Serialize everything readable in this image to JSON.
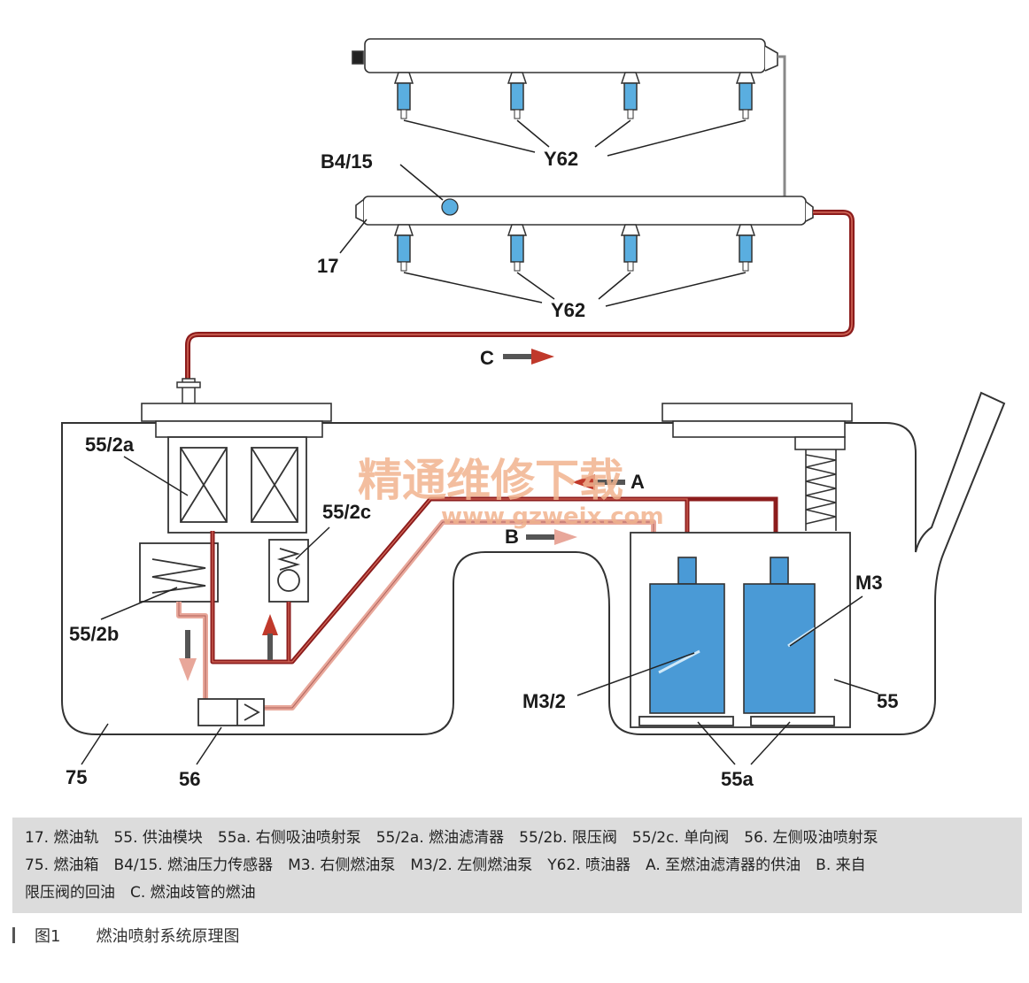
{
  "labels": {
    "y62_top": "Y62",
    "b4_15": "B4/15",
    "n17": "17",
    "y62_bottom": "Y62",
    "c": "C",
    "n55_2a": "55/2a",
    "n55_2c": "55/2c",
    "a": "A",
    "b": "B",
    "n55_2b": "55/2b",
    "m3": "M3",
    "m3_2": "M3/2",
    "n55": "55",
    "n75": "75",
    "n56": "56",
    "n55a": "55a"
  },
  "watermark": {
    "title": "精通维修下载",
    "url": "www.gzweix.com"
  },
  "legend": {
    "lines": [
      "17. 燃油轨　55. 供油模块　55a. 右侧吸油喷射泵　55/2a. 燃油滤清器　55/2b. 限压阀　55/2c. 单向阀　56. 左侧吸油喷射泵",
      "75. 燃油箱　B4/15. 燃油压力传感器　M3. 右侧燃油泵　M3/2. 左侧燃油泵　Y62. 喷油器　A. 至燃油滤清器的供油　B. 来自",
      "限压阀的回油　C. 燃油歧管的燃油"
    ]
  },
  "caption": {
    "figure": "图1",
    "title": "燃油喷射系统原理图"
  },
  "colors": {
    "fuel_line": "#8c1c1c",
    "return_line": "#e8a79a",
    "pump_blue": "#4a9ad6",
    "injector_blue": "#5aaee0",
    "legend_bg": "#dcdcdc"
  }
}
